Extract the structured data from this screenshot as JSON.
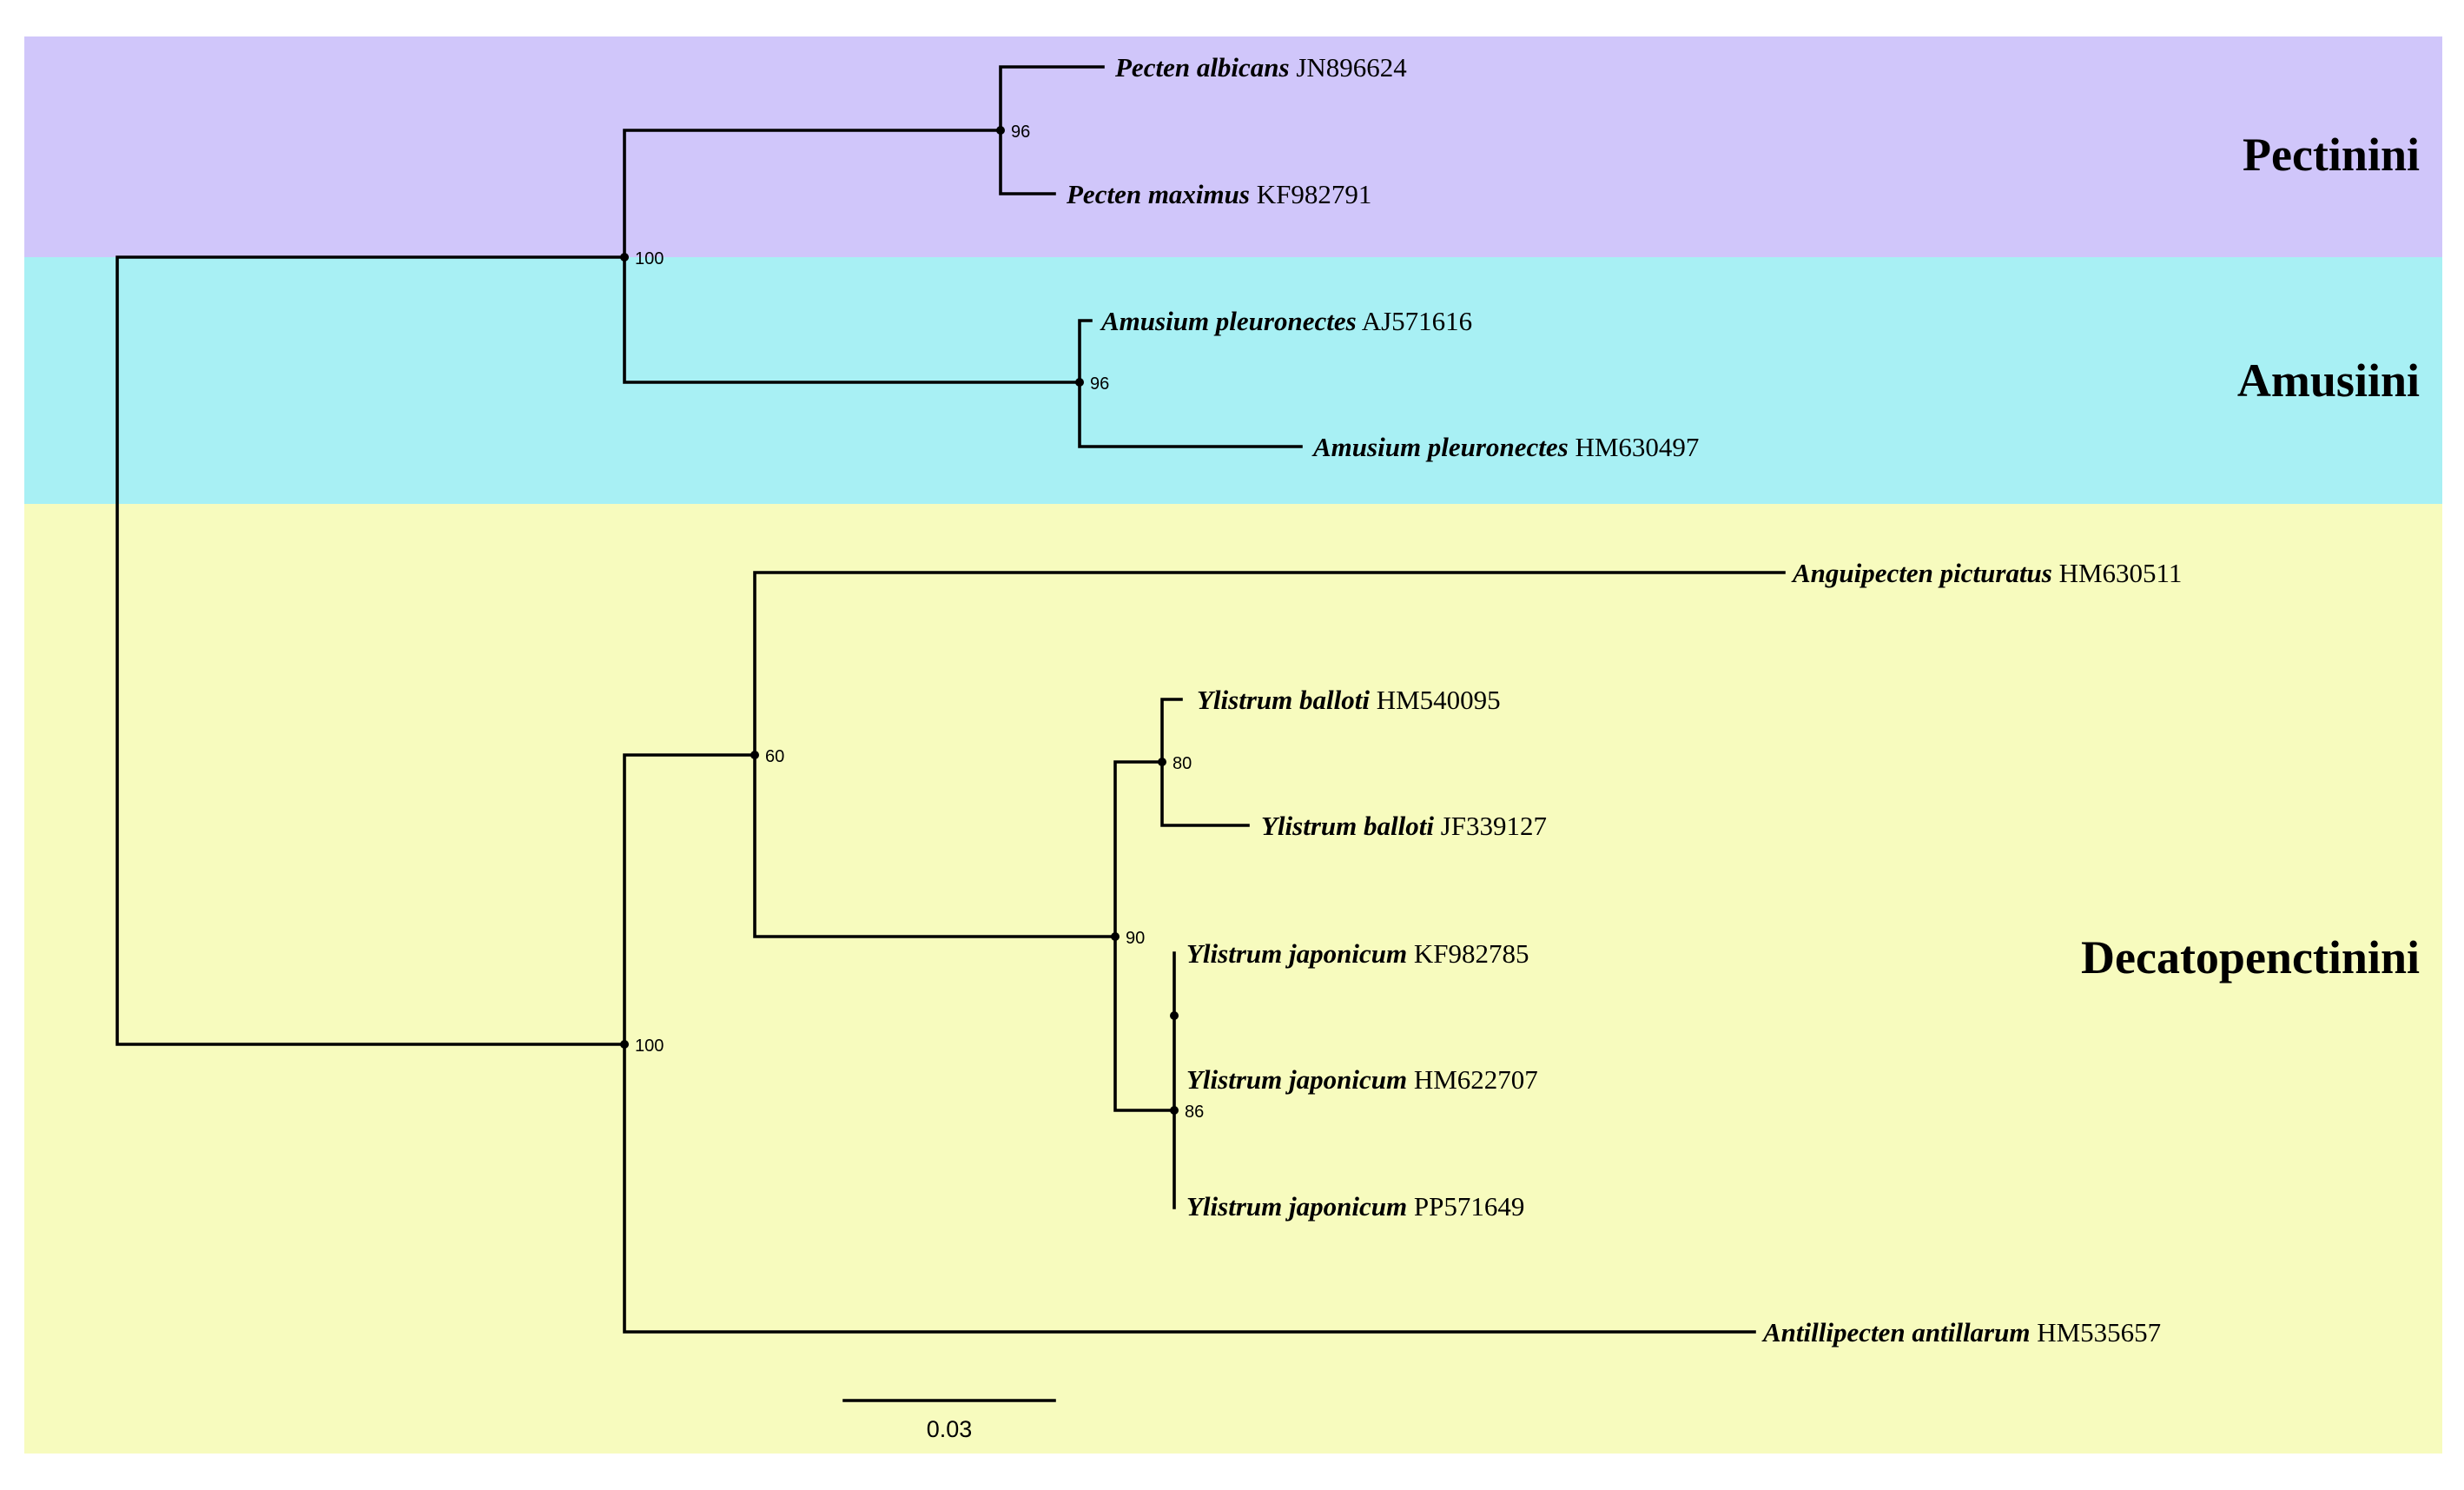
{
  "clades": [
    {
      "id": "pectinini",
      "label": "Pectinini",
      "color": "#d0c6fa"
    },
    {
      "id": "amusiini",
      "label": "Amusiini",
      "color": "#a8f0f4"
    },
    {
      "id": "decatopenctinini",
      "label": "Decatopenctinini",
      "color": "#f7fbbe"
    }
  ],
  "taxa": [
    {
      "species": "Pecten albicans",
      "accession": "JN896624"
    },
    {
      "species": "Pecten maximus",
      "accession": "KF982791"
    },
    {
      "species": "Amusium pleuronectes",
      "accession": "AJ571616"
    },
    {
      "species": "Amusium pleuronectes",
      "accession": "HM630497"
    },
    {
      "species": "Anguipecten picturatus",
      "accession": "HM630511"
    },
    {
      "species": "Ylistrum balloti",
      "accession": "HM540095"
    },
    {
      "species": "Ylistrum balloti",
      "accession": "JF339127"
    },
    {
      "species": "Ylistrum japonicum",
      "accession": "KF982785"
    },
    {
      "species": "Ylistrum japonicum",
      "accession": "HM622707"
    },
    {
      "species": "Ylistrum japonicum",
      "accession": "PP571649"
    },
    {
      "species": "Antillipecten antillarum",
      "accession": "HM535657"
    }
  ],
  "support_values": {
    "pecten": "96",
    "pectinini_amusiini": "100",
    "amusium": "96",
    "decatopenctinini_inner": "60",
    "ylistrum_balloti": "80",
    "ylistrum": "90",
    "ylistrum_japonicum": "86",
    "decatopenctinini": "100"
  },
  "scale_bar": {
    "label": "0.03",
    "value": 0.03
  }
}
